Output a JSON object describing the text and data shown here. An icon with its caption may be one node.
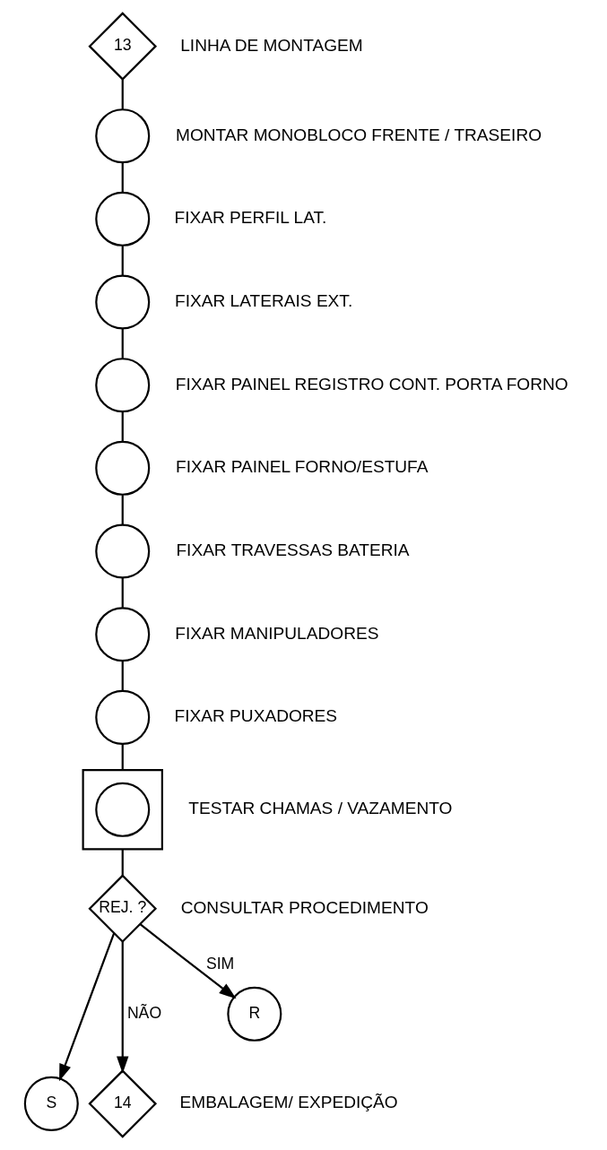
{
  "diagram": {
    "nodes": [
      {
        "text": [
          "13"
        ],
        "beside": [
          "LINHA DE MONTAGEM"
        ]
      },
      {
        "text": [],
        "shape": "circle",
        "beside": [
          "MONTAR MONOBLOCO FRENTE / TRASEIRO"
        ]
      },
      {
        "text": [],
        "shape": "circle",
        "beside": [
          "FIXAR PERFIL LAT."
        ]
      },
      {
        "text": [],
        "shape": "circle",
        "beside": [
          "FIXAR LATERAIS EXT."
        ]
      },
      {
        "text": [],
        "shape": "circle",
        "beside": [
          "FIXAR PAINEL REGISTRO CONT. PORTA FORNO"
        ]
      },
      {
        "text": [],
        "shape": "circle",
        "beside": [
          "FIXAR PAINEL FORNO/ESTUFA"
        ]
      },
      {
        "text": [],
        "shape": "circle",
        "beside": [
          "FIXAR TRAVESSAS BATERIA"
        ]
      },
      {
        "text": [],
        "shape": "circle",
        "beside": [
          "FIXAR MANIPULADORES"
        ]
      },
      {
        "text": [],
        "shape": "circle",
        "beside": [
          "FIXAR PUXADORES"
        ]
      },
      {
        "text": [],
        "shape": "box",
        "beside": [
          "TESTAR CHAMAS / VAZAMENTO"
        ]
      },
      {
        "text": [],
        "shape": "circle",
        "in": 9
      },
      {
        "text": [
          "REJ. ?"
        ]
      },
      {
        "text": [
          "R"
        ]
      },
      {
        "text": [
          "S"
        ]
      },
      {
        "text": [
          "14"
        ],
        "beside": [
          "EMBALAGEM/ EXPEDIÇÃO"
        ]
      }
    ],
    "edges": [
      {
        "from": 0,
        "to": 1,
        "arrow": "none"
      },
      {
        "from": 1,
        "to": 2,
        "arrow": "none"
      },
      {
        "from": 2,
        "to": 3,
        "arrow": "none"
      },
      {
        "from": 3,
        "to": 4,
        "arrow": "none"
      },
      {
        "from": 4,
        "to": 5,
        "arrow": "none"
      },
      {
        "from": 5,
        "to": 6,
        "arrow": "none"
      },
      {
        "from": 6,
        "to": 7,
        "arrow": "none"
      },
      {
        "from": 7,
        "to": 8,
        "arrow": "none"
      },
      {
        "from": 8,
        "to": 9,
        "arrow": "none"
      },
      {
        "from": 9,
        "to": 11,
        "arrow": "none"
      },
      {
        "from": 11,
        "to": 12,
        "arrow": "to",
        "label": "SIM"
      },
      {
        "from": 11,
        "to": 13,
        "arrow": "to"
      },
      {
        "from": 11,
        "to": 14,
        "arrow": "to",
        "label": "NÃO"
      }
    ],
    "labels": [
      "CONSULTAR PROCEDIMENTO"
    ]
  }
}
